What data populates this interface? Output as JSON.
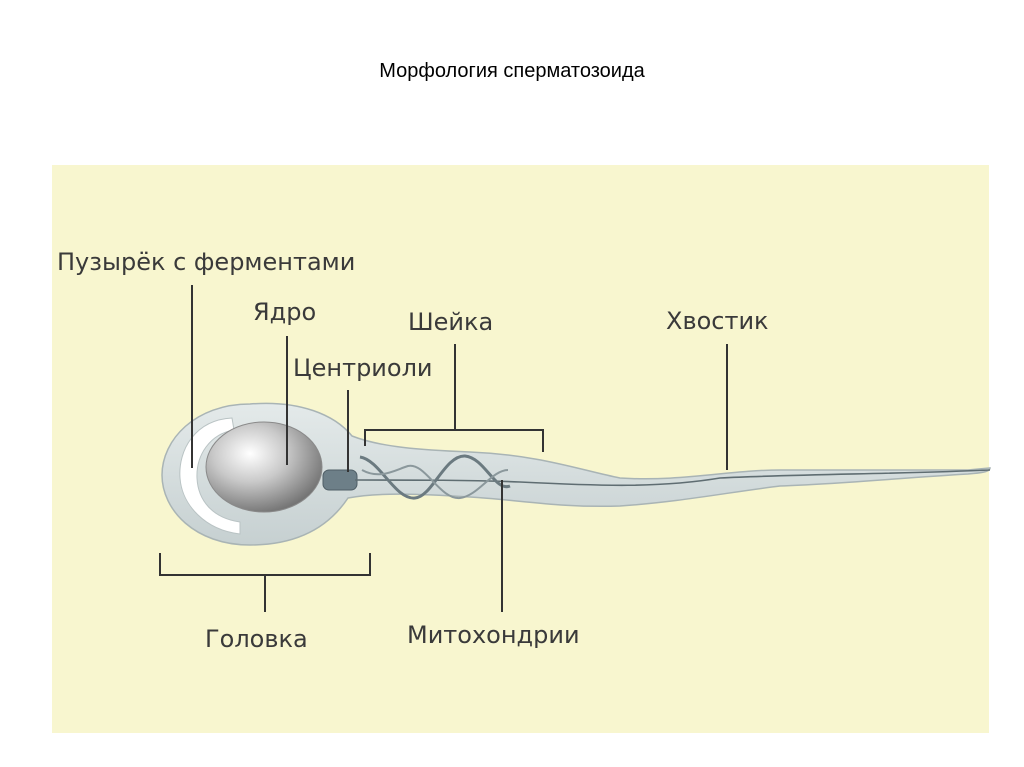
{
  "title": "Морфология сперматозоида",
  "labels": {
    "vesicle": "Пузырёк с ферментами",
    "nucleus": "Ядро",
    "neck": "Шейка",
    "centrioles": "Центриоли",
    "tail": "Хвостик",
    "head": "Головка",
    "mitochondria": "Митохондрии"
  },
  "colors": {
    "panel_bg": "#f8f6cf",
    "cell_fill": "#d3dcdb",
    "cell_stroke": "#aeb9ba",
    "leader_line": "#333333",
    "label_text": "#3a3a3a"
  }
}
